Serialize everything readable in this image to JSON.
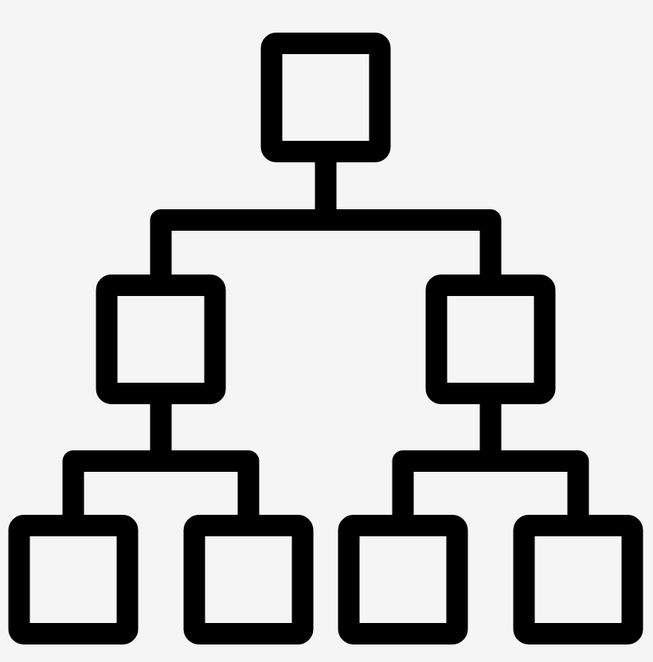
{
  "icon": "hierarchy-icon",
  "colors": {
    "background": "#f5f5f5",
    "stroke": "#000000"
  },
  "diagram": {
    "type": "tree",
    "root": {
      "id": "root",
      "children": [
        {
          "id": "left",
          "children": [
            {
              "id": "left-left",
              "children": []
            },
            {
              "id": "left-right",
              "children": []
            }
          ]
        },
        {
          "id": "right",
          "children": [
            {
              "id": "right-left",
              "children": []
            },
            {
              "id": "right-right",
              "children": []
            }
          ]
        }
      ]
    }
  }
}
